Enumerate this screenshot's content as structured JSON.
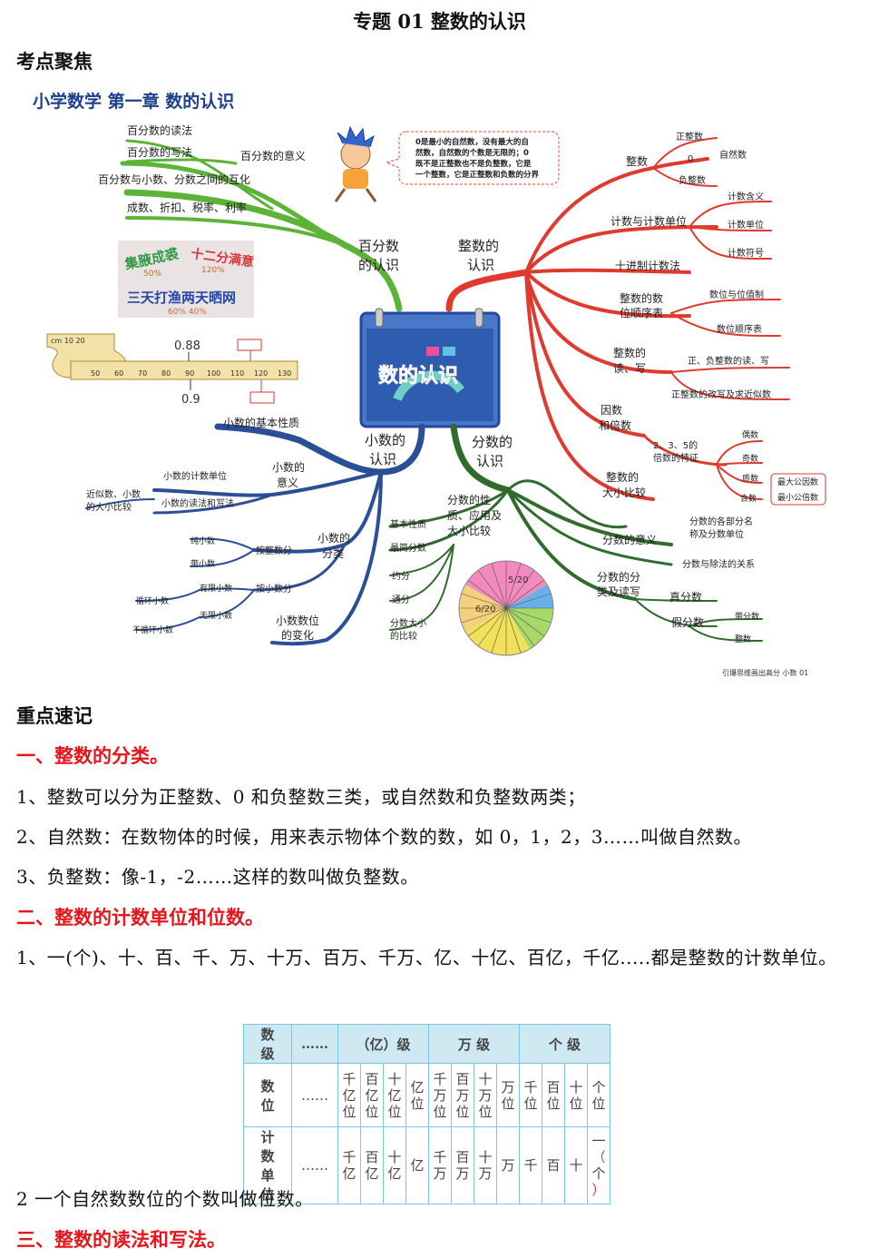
{
  "title": "专题 01  整数的认识",
  "section_focus": "考点聚焦",
  "mindmap": {
    "heading": "小学数学   第一章   数的认识",
    "center": "数的认识",
    "bubble": "0是最小的自然数，没有最大的自然数，自然数的个数是无限的；0既不是正整数也不是负整数，它是一个整数，它是正整数和负数的分界",
    "poster": [
      "集腋成裘",
      "十二分满意",
      "三天打渔两天晒网",
      "50%",
      "120%",
      "60%",
      "40%"
    ],
    "ruler": {
      "ticks": [
        "cm",
        "10",
        "20",
        "50",
        "60",
        "70",
        "80",
        "90",
        "100",
        "110",
        "120",
        "130"
      ],
      "top_label": "0.88",
      "bottom_label": "0.9"
    },
    "footer": "引爆思维画出高分   小数   01",
    "green_tl": {
      "label": "百分数的认识",
      "items": [
        "百分数的读法",
        "百分数的写法",
        "百分数的意义",
        "百分数与小数、分数之间的互化",
        "成数、折扣、税率、利率"
      ]
    },
    "red_tr": {
      "label": "整数的认识",
      "items": [
        "整数",
        "正整数",
        "0",
        "负整数",
        "自然数",
        "计数与计数单位",
        "计数含义",
        "计数单位",
        "计数符号",
        "十进制计数法",
        "整数的数位顺序表",
        "数位与位值制",
        "数位顺序表",
        "整数的读、写",
        "正、负整数的读、写",
        "正整数的改写及求近似数",
        "因数和倍数",
        "2、3、5的倍数的特征",
        "偶数",
        "奇数",
        "质数",
        "合数",
        "最大公因数",
        "最小公倍数",
        "整数的大小比较"
      ]
    },
    "blue_bl": {
      "label": "小数的认识",
      "items": [
        "小数的基本性质",
        "小数的意义",
        "小数的计数单位",
        "小数的读法和写法",
        "近似数、小数的大小比较",
        "小数的分类",
        "按整数分",
        "纯小数",
        "带小数",
        "按小数分",
        "有限小数",
        "无限小数",
        "循环小数",
        "不循环小数",
        "小数数位的变化"
      ]
    },
    "green_br": {
      "label": "分数的认识",
      "items": [
        "分数的性质、应用及大小比较",
        "基本性质",
        "最简分数",
        "约分",
        "通分",
        "分数大小的比较",
        "分数的意义",
        "分数的各部分名称及分数单位",
        "分数与除法的关系",
        "分数的分类及读写",
        "真分数",
        "假分数",
        "带分数",
        "整数"
      ],
      "pie_fractions": [
        "5/20",
        "6/20"
      ]
    }
  },
  "section_notes": "重点速记",
  "sec1_title": "一、整数的分类。",
  "sec1_p1": "1、整数可以分为正整数、0 和负整数三类，或自然数和负整数两类；",
  "sec1_p2": "2、自然数：在数物体的时候，用来表示物体个数的数，如 0，1，2，3……叫做自然数。",
  "sec1_p3": "3、负整数：像-1，-2……这样的数叫做负整数。",
  "sec2_title": "二、整数的计数单位和位数。",
  "sec2_p1": "1、一(个)、十、百、千、万、十万、百万、千万、亿、十亿、百亿，千亿.....都是整数的计数单位。",
  "table": {
    "row0": [
      "数级",
      "……",
      "（亿）级",
      "万  级",
      "个  级"
    ],
    "row1_label": "数位",
    "row1": [
      "千亿位",
      "百亿位",
      "十亿位",
      "亿位",
      "千万位",
      "百万位",
      "十万位",
      "万位",
      "千位",
      "百位",
      "十位",
      "个位"
    ],
    "row2_label": "计数单位",
    "row2": [
      "千亿",
      "百亿",
      "十亿",
      "亿",
      "千万",
      "百万",
      "十万",
      "万",
      "千",
      "百",
      "十",
      "一（个）"
    ],
    "dots": "……"
  },
  "sec2_p2": "2 一个自然数数位的个数叫做位数。",
  "sec3_title": "三、整数的读法和写法。"
}
